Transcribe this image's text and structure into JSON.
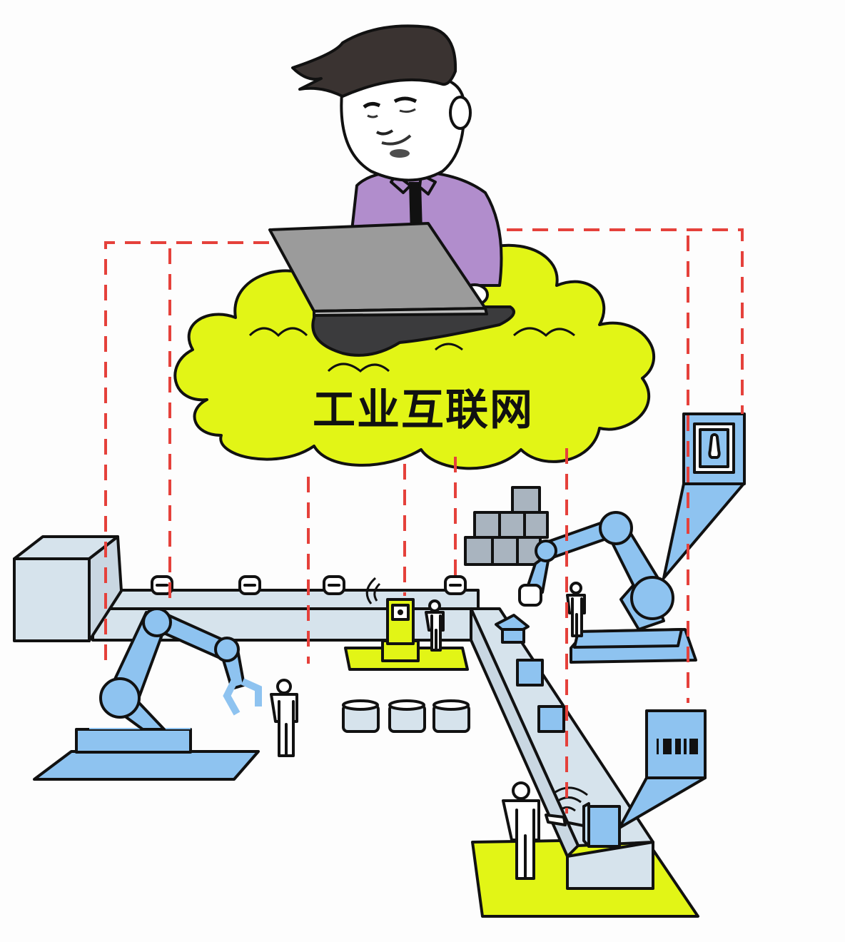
{
  "title": "工业互联网",
  "cloud": {
    "label": "工业互联网"
  },
  "colors": {
    "cloud": "#e2f516",
    "shirt": "#b18dcc",
    "hair": "#3a3331",
    "laptop": "#9b9b9b",
    "pants": "#3b3b3d",
    "robot": "#8ec3f0",
    "conveyor": "#d6e3ec",
    "box_gray": "#a9b4bf",
    "floor_yellow": "#e2f516",
    "signal_dash": "#e5413b",
    "outline": "#111111"
  },
  "scene": {
    "character": "businessman-with-laptop",
    "elements": [
      "cloud",
      "laptop",
      "conveyor-belt",
      "machine-box",
      "robot-arm-left",
      "robot-arm-right",
      "box-stack",
      "sensor-cameras",
      "kiosk-terminal",
      "workers",
      "storage-drums",
      "lock-callout",
      "barcode-callout",
      "scanner-station",
      "red-dashed-network-links"
    ]
  }
}
